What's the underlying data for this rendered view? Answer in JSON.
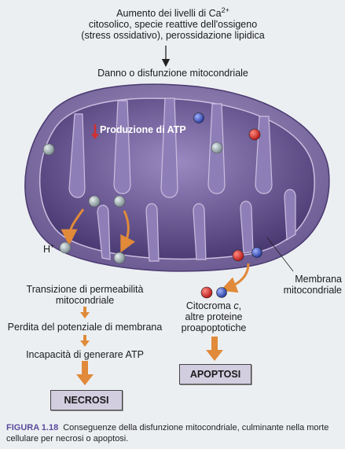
{
  "top_text": {
    "line1_prefix": "Aumento dei livelli di Ca",
    "line1_sup": "2+",
    "line2": "citosolico, specie reattive dell'ossigeno",
    "line3": "(stress ossidativo), perossidazione lipidica"
  },
  "damage_label": "Danno o disfunzione mitocondriale",
  "atp_production_label": "Produzione di ATP",
  "hplus_label": "H",
  "hplus_sup": "+",
  "membrane_label": {
    "line1": "Membrana",
    "line2": "mitocondriale"
  },
  "left_path": {
    "step1_line1": "Transizione di permeabilità",
    "step1_line2": "mitocondriale",
    "step2": "Perdita del potenziale di membrana",
    "step3": "Incapacità di generare ATP",
    "outcome": "NECROSI"
  },
  "right_path": {
    "line1_prefix": "Citocroma ",
    "line1_italic": "c",
    "line1_suffix": ",",
    "line2": "altre proteine",
    "line3": "proapoptotiche",
    "outcome": "APOPTOSI"
  },
  "caption": {
    "figure_number": "FIGURA 1.18",
    "text": "Conseguenze della disfunzione mitocondriale, culminante nella morte cellulare per necrosi o apoptosi."
  },
  "colors": {
    "mito_outer": "#7a6a9e",
    "mito_inner": "#4b3a75",
    "arrow_orange": "#e08a3a",
    "box_fill": "#d3cde0",
    "caption_accent": "#5a4a9c"
  }
}
